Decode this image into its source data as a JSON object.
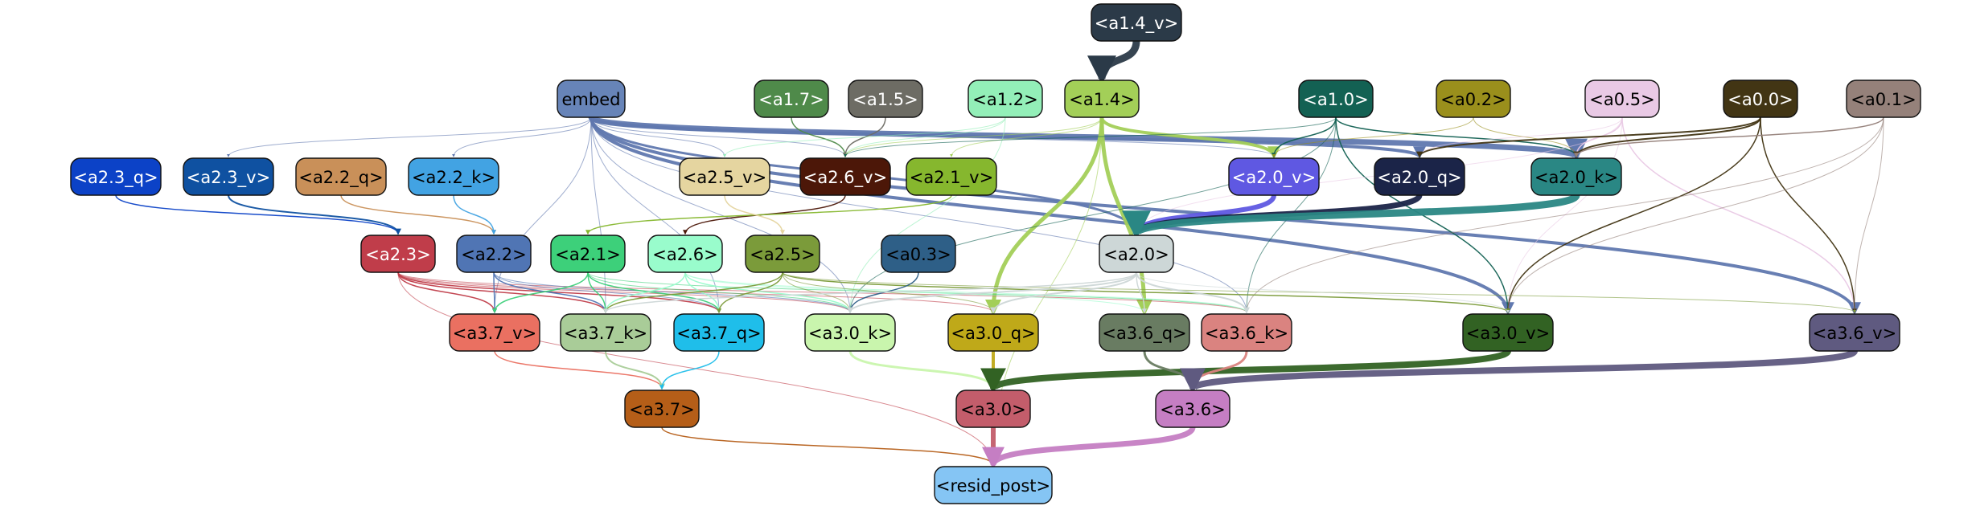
{
  "diagram": {
    "nodes": [
      {
        "id": "a1_4_v",
        "label": "<a1.4_v>",
        "fill": "#2b3a48",
        "text": "#ffffff"
      },
      {
        "id": "embed",
        "label": "embed",
        "fill": "#6784b8",
        "text": "#000000"
      },
      {
        "id": "a1_7",
        "label": "<a1.7>",
        "fill": "#4f8a4a",
        "text": "#ffffff"
      },
      {
        "id": "a1_5",
        "label": "<a1.5>",
        "fill": "#6d6c64",
        "text": "#ffffff"
      },
      {
        "id": "a1_2",
        "label": "<a1.2>",
        "fill": "#93efb8",
        "text": "#000000"
      },
      {
        "id": "a1_4",
        "label": "<a1.4>",
        "fill": "#a3cf58",
        "text": "#000000"
      },
      {
        "id": "a1_0",
        "label": "<a1.0>",
        "fill": "#136153",
        "text": "#ffffff"
      },
      {
        "id": "a0_2",
        "label": "<a0.2>",
        "fill": "#9a8f1c",
        "text": "#000000"
      },
      {
        "id": "a0_5",
        "label": "<a0.5>",
        "fill": "#e9c9e5",
        "text": "#000000"
      },
      {
        "id": "a0_0",
        "label": "<a0.0>",
        "fill": "#423514",
        "text": "#ffffff"
      },
      {
        "id": "a0_1",
        "label": "<a0.1>",
        "fill": "#95817a",
        "text": "#000000"
      },
      {
        "id": "a2_3_q",
        "label": "<a2.3_q>",
        "fill": "#0c42c7",
        "text": "#ffffff"
      },
      {
        "id": "a2_3_v",
        "label": "<a2.3_v>",
        "fill": "#0f51a1",
        "text": "#ffffff"
      },
      {
        "id": "a2_2_q",
        "label": "<a2.2_q>",
        "fill": "#c99059",
        "text": "#000000"
      },
      {
        "id": "a2_2_k",
        "label": "<a2.2_k>",
        "fill": "#42a3e3",
        "text": "#000000"
      },
      {
        "id": "a2_5_v",
        "label": "<a2.5_v>",
        "fill": "#e5d5a0",
        "text": "#000000"
      },
      {
        "id": "a2_6_v",
        "label": "<a2.6_v>",
        "fill": "#4c1708",
        "text": "#ffffff"
      },
      {
        "id": "a2_1_v",
        "label": "<a2.1_v>",
        "fill": "#86b72e",
        "text": "#000000"
      },
      {
        "id": "a2_0_v",
        "label": "<a2.0_v>",
        "fill": "#5f58e2",
        "text": "#ffffff"
      },
      {
        "id": "a2_0_q",
        "label": "<a2.0_q>",
        "fill": "#1b2448",
        "text": "#ffffff"
      },
      {
        "id": "a2_0_k",
        "label": "<a2.0_k>",
        "fill": "#2a8784",
        "text": "#000000"
      },
      {
        "id": "a2_3",
        "label": "<a2.3>",
        "fill": "#c03d4a",
        "text": "#ffffff"
      },
      {
        "id": "a2_2",
        "label": "<a2.2>",
        "fill": "#5075b4",
        "text": "#000000"
      },
      {
        "id": "a2_1",
        "label": "<a2.1>",
        "fill": "#3dd07a",
        "text": "#000000"
      },
      {
        "id": "a2_6",
        "label": "<a2.6>",
        "fill": "#99fccc",
        "text": "#000000"
      },
      {
        "id": "a2_5",
        "label": "<a2.5>",
        "fill": "#7b9b3a",
        "text": "#000000"
      },
      {
        "id": "a0_3",
        "label": "<a0.3>",
        "fill": "#2e5f87",
        "text": "#000000"
      },
      {
        "id": "a2_0",
        "label": "<a2.0>",
        "fill": "#cdd7d7",
        "text": "#000000"
      },
      {
        "id": "a3_7_v",
        "label": "<a3.7_v>",
        "fill": "#ea7061",
        "text": "#000000"
      },
      {
        "id": "a3_7_k",
        "label": "<a3.7_k>",
        "fill": "#a9cc98",
        "text": "#000000"
      },
      {
        "id": "a3_7_q",
        "label": "<a3.7_q>",
        "fill": "#1fbeea",
        "text": "#000000"
      },
      {
        "id": "a3_0_k",
        "label": "<a3.0_k>",
        "fill": "#c9f5ad",
        "text": "#000000"
      },
      {
        "id": "a3_0_q",
        "label": "<a3.0_q>",
        "fill": "#bfa919",
        "text": "#000000"
      },
      {
        "id": "a3_6_q",
        "label": "<a3.6_q>",
        "fill": "#697c62",
        "text": "#000000"
      },
      {
        "id": "a3_6_k",
        "label": "<a3.6_k>",
        "fill": "#da8380",
        "text": "#000000"
      },
      {
        "id": "a3_0_v",
        "label": "<a3.0_v>",
        "fill": "#326223",
        "text": "#000000"
      },
      {
        "id": "a3_6_v",
        "label": "<a3.6_v>",
        "fill": "#5f5a80",
        "text": "#000000"
      },
      {
        "id": "a3_7",
        "label": "<a3.7>",
        "fill": "#b55e18",
        "text": "#000000"
      },
      {
        "id": "a3_0",
        "label": "<a3.0>",
        "fill": "#c35d6b",
        "text": "#000000"
      },
      {
        "id": "a3_6",
        "label": "<a3.6>",
        "fill": "#c57ec3",
        "text": "#000000"
      },
      {
        "id": "resid_post",
        "label": "<resid_post>",
        "fill": "#85c5f4",
        "text": "#000000"
      }
    ],
    "edges": [
      {
        "from": "a1_4_v",
        "to": "a1_4",
        "color": "#2b3a48",
        "weight": 9
      },
      {
        "from": "embed",
        "to": "a2_0_k",
        "color": "#6078af",
        "weight": 7
      },
      {
        "from": "embed",
        "to": "a2_0_q",
        "color": "#6078af",
        "weight": 4
      },
      {
        "from": "embed",
        "to": "a3_0_v",
        "color": "#6078af",
        "weight": 4
      },
      {
        "from": "embed",
        "to": "a3_6_v",
        "color": "#6078af",
        "weight": 4
      },
      {
        "from": "embed",
        "to": "a2_0",
        "color": "#6078af",
        "weight": 3
      },
      {
        "from": "embed",
        "to": "a2_0_v",
        "color": "#6078af",
        "weight": 1
      },
      {
        "from": "embed",
        "to": "a2_3_v",
        "color": "#6078af",
        "weight": 1
      },
      {
        "from": "embed",
        "to": "a2_2_k",
        "color": "#6078af",
        "weight": 1
      },
      {
        "from": "embed",
        "to": "a2_5_v",
        "color": "#6078af",
        "weight": 1
      },
      {
        "from": "embed",
        "to": "a2_6_v",
        "color": "#6078af",
        "weight": 1
      },
      {
        "from": "embed",
        "to": "a3_7_v",
        "color": "#6078af",
        "weight": 1
      },
      {
        "from": "embed",
        "to": "a3_7_k",
        "color": "#6078af",
        "weight": 1
      },
      {
        "from": "embed",
        "to": "a3_0_k",
        "color": "#6078af",
        "weight": 1
      },
      {
        "from": "embed",
        "to": "a3_6_k",
        "color": "#6078af",
        "weight": 1
      },
      {
        "from": "embed",
        "to": "a3_7_q",
        "color": "#6078af",
        "weight": 1
      },
      {
        "from": "a1_7",
        "to": "a2_6_v",
        "color": "#4f8a4a",
        "weight": 1.5
      },
      {
        "from": "a1_5",
        "to": "a2_6_v",
        "color": "#6d6c64",
        "weight": 1.5
      },
      {
        "from": "a1_2",
        "to": "a2_5_v",
        "color": "#93efb8",
        "weight": 1
      },
      {
        "from": "a1_2",
        "to": "a2_6_v",
        "color": "#93efb8",
        "weight": 1
      },
      {
        "from": "a1_2",
        "to": "a3_0_k",
        "color": "#93efb8",
        "weight": 1
      },
      {
        "from": "a1_4",
        "to": "a3_0_q",
        "color": "#a3cf58",
        "weight": 5
      },
      {
        "from": "a1_4",
        "to": "a3_6_q",
        "color": "#a3cf58",
        "weight": 5
      },
      {
        "from": "a1_4",
        "to": "a2_0_v",
        "color": "#a3cf58",
        "weight": 4
      },
      {
        "from": "a1_4",
        "to": "a2_6_v",
        "color": "#a3cf58",
        "weight": 1
      },
      {
        "from": "a1_4",
        "to": "a2_1_v",
        "color": "#a3cf58",
        "weight": 1
      },
      {
        "from": "a1_4",
        "to": "resid_post",
        "color": "#a3cf58",
        "weight": 1
      },
      {
        "from": "a1_0",
        "to": "a2_0_v",
        "color": "#136153",
        "weight": 1.5
      },
      {
        "from": "a1_0",
        "to": "a2_0_k",
        "color": "#136153",
        "weight": 1.5
      },
      {
        "from": "a1_0",
        "to": "a3_0_v",
        "color": "#136153",
        "weight": 1.5
      },
      {
        "from": "a1_0",
        "to": "a2_6_v",
        "color": "#136153",
        "weight": 1
      },
      {
        "from": "a1_0",
        "to": "a3_0_k",
        "color": "#136153",
        "weight": 1
      },
      {
        "from": "a1_0",
        "to": "a3_6_k",
        "color": "#136153",
        "weight": 1
      },
      {
        "from": "a0_2",
        "to": "a2_0_k",
        "color": "#9a8f1c",
        "weight": 1
      },
      {
        "from": "a0_2",
        "to": "a2_0_v",
        "color": "#9a8f1c",
        "weight": 1
      },
      {
        "from": "a0_5",
        "to": "a2_0_k",
        "color": "#e9c9e5",
        "weight": 1.5
      },
      {
        "from": "a0_5",
        "to": "a3_6_v",
        "color": "#e9c9e5",
        "weight": 1.5
      },
      {
        "from": "a0_5",
        "to": "a2_0_q",
        "color": "#e9c9e5",
        "weight": 1
      },
      {
        "from": "a0_5",
        "to": "a3_0_v",
        "color": "#e9c9e5",
        "weight": 1
      },
      {
        "from": "a0_5",
        "to": "a2_0",
        "color": "#e9c9e5",
        "weight": 1
      },
      {
        "from": "a0_0",
        "to": "a2_0_q",
        "color": "#423514",
        "weight": 2
      },
      {
        "from": "a0_0",
        "to": "a2_0_k",
        "color": "#423514",
        "weight": 2
      },
      {
        "from": "a0_0",
        "to": "a3_0_v",
        "color": "#423514",
        "weight": 1.5
      },
      {
        "from": "a0_0",
        "to": "a3_6_v",
        "color": "#423514",
        "weight": 1.5
      },
      {
        "from": "a0_1",
        "to": "a2_0_k",
        "color": "#95817a",
        "weight": 1.5
      },
      {
        "from": "a0_1",
        "to": "a3_6_v",
        "color": "#95817a",
        "weight": 1
      },
      {
        "from": "a0_1",
        "to": "a3_6_k",
        "color": "#95817a",
        "weight": 1
      },
      {
        "from": "a0_1",
        "to": "a3_0_v",
        "color": "#95817a",
        "weight": 1
      },
      {
        "from": "a2_3_q",
        "to": "a2_3",
        "color": "#0c42c7",
        "weight": 1.5
      },
      {
        "from": "a2_3_v",
        "to": "a2_3",
        "color": "#0f51a1",
        "weight": 2
      },
      {
        "from": "a2_2_q",
        "to": "a2_2",
        "color": "#c99059",
        "weight": 1.5
      },
      {
        "from": "a2_2_k",
        "to": "a2_2",
        "color": "#42a3e3",
        "weight": 1.5
      },
      {
        "from": "a2_6_v",
        "to": "a2_6",
        "color": "#4c1708",
        "weight": 1.5
      },
      {
        "from": "a2_1_v",
        "to": "a2_1",
        "color": "#86b72e",
        "weight": 1.5
      },
      {
        "from": "a2_5_v",
        "to": "a2_5",
        "color": "#e5d5a0",
        "weight": 1.5
      },
      {
        "from": "a2_0_v",
        "to": "a2_0",
        "color": "#5f58e2",
        "weight": 6
      },
      {
        "from": "a2_0_q",
        "to": "a2_0",
        "color": "#1b2448",
        "weight": 7
      },
      {
        "from": "a2_0_k",
        "to": "a2_0",
        "color": "#2a8784",
        "weight": 9
      },
      {
        "from": "a2_3",
        "to": "a3_7_v",
        "color": "#c03d4a",
        "weight": 1.5
      },
      {
        "from": "a2_3",
        "to": "a3_7_k",
        "color": "#c03d4a",
        "weight": 1.5
      },
      {
        "from": "a2_3",
        "to": "a3_7_q",
        "color": "#c03d4a",
        "weight": 1.5
      },
      {
        "from": "a2_3",
        "to": "a3_0_k",
        "color": "#c03d4a",
        "weight": 1
      },
      {
        "from": "a2_3",
        "to": "a3_0_q",
        "color": "#c03d4a",
        "weight": 1
      },
      {
        "from": "a2_3",
        "to": "a3_6_k",
        "color": "#c03d4a",
        "weight": 1
      },
      {
        "from": "a2_3",
        "to": "resid_post",
        "color": "#c03d4a",
        "weight": 1
      },
      {
        "from": "a2_2",
        "to": "a3_7_v",
        "color": "#5075b4",
        "weight": 1.5
      },
      {
        "from": "a2_2",
        "to": "a3_7_k",
        "color": "#5075b4",
        "weight": 1.5
      },
      {
        "from": "a2_2",
        "to": "a3_7_q",
        "color": "#5075b4",
        "weight": 1
      },
      {
        "from": "a2_2",
        "to": "a3_0_k",
        "color": "#5075b4",
        "weight": 1
      },
      {
        "from": "a2_1",
        "to": "a3_7_v",
        "color": "#3dd07a",
        "weight": 1.5
      },
      {
        "from": "a2_1",
        "to": "a3_7_k",
        "color": "#3dd07a",
        "weight": 1.5
      },
      {
        "from": "a2_1",
        "to": "a3_7_q",
        "color": "#3dd07a",
        "weight": 1.5
      },
      {
        "from": "a2_1",
        "to": "a3_0_k",
        "color": "#3dd07a",
        "weight": 1
      },
      {
        "from": "a2_1",
        "to": "a3_6_k",
        "color": "#3dd07a",
        "weight": 1
      },
      {
        "from": "a2_6",
        "to": "a3_7_k",
        "color": "#99fccc",
        "weight": 1.5
      },
      {
        "from": "a2_6",
        "to": "a3_7_q",
        "color": "#99fccc",
        "weight": 1.5
      },
      {
        "from": "a2_6",
        "to": "a3_0_k",
        "color": "#99fccc",
        "weight": 1.5
      },
      {
        "from": "a2_6",
        "to": "a3_6_q",
        "color": "#99fccc",
        "weight": 1
      },
      {
        "from": "a2_6",
        "to": "a3_6_k",
        "color": "#99fccc",
        "weight": 1
      },
      {
        "from": "a2_5",
        "to": "a3_7_k",
        "color": "#7b9b3a",
        "weight": 1.5
      },
      {
        "from": "a2_5",
        "to": "a3_7_q",
        "color": "#7b9b3a",
        "weight": 1.5
      },
      {
        "from": "a2_5",
        "to": "a3_0_k",
        "color": "#7b9b3a",
        "weight": 1
      },
      {
        "from": "a2_5",
        "to": "a3_0_v",
        "color": "#7b9b3a",
        "weight": 1.5
      },
      {
        "from": "a2_5",
        "to": "a3_6_v",
        "color": "#7b9b3a",
        "weight": 1
      },
      {
        "from": "a2_5",
        "to": "a3_0_q",
        "color": "#7b9b3a",
        "weight": 1
      },
      {
        "from": "a0_3",
        "to": "a3_0_k",
        "color": "#2e5f87",
        "weight": 1.5
      },
      {
        "from": "a2_0",
        "to": "a3_0_k",
        "color": "#cdd7d7",
        "weight": 2
      },
      {
        "from": "a2_0",
        "to": "a3_6_k",
        "color": "#cdd7d7",
        "weight": 2
      },
      {
        "from": "a2_0",
        "to": "a3_0_q",
        "color": "#cdd7d7",
        "weight": 2
      },
      {
        "from": "a2_0",
        "to": "a3_6_q",
        "color": "#cdd7d7",
        "weight": 1.5
      },
      {
        "from": "a2_0",
        "to": "a3_7_k",
        "color": "#cdd7d7",
        "weight": 1.5
      },
      {
        "from": "a2_0",
        "to": "a3_0_v",
        "color": "#cdd7d7",
        "weight": 1
      },
      {
        "from": "a3_7_v",
        "to": "a3_7",
        "color": "#ea7061",
        "weight": 1.5
      },
      {
        "from": "a3_7_k",
        "to": "a3_7",
        "color": "#a9cc98",
        "weight": 2
      },
      {
        "from": "a3_7_q",
        "to": "a3_7",
        "color": "#1fbeea",
        "weight": 1.5
      },
      {
        "from": "a3_0_k",
        "to": "a3_0",
        "color": "#c9f5ad",
        "weight": 3
      },
      {
        "from": "a3_0_q",
        "to": "a3_0",
        "color": "#bfa919",
        "weight": 4
      },
      {
        "from": "a3_0_v",
        "to": "a3_0",
        "color": "#326223",
        "weight": 8
      },
      {
        "from": "a3_6_q",
        "to": "a3_6",
        "color": "#697c62",
        "weight": 3
      },
      {
        "from": "a3_6_k",
        "to": "a3_6",
        "color": "#da8380",
        "weight": 3
      },
      {
        "from": "a3_6_v",
        "to": "a3_6",
        "color": "#5f5a80",
        "weight": 8
      },
      {
        "from": "a3_7",
        "to": "resid_post",
        "color": "#b55e18",
        "weight": 1.5
      },
      {
        "from": "a3_0",
        "to": "resid_post",
        "color": "#c35d6b",
        "weight": 6
      },
      {
        "from": "a3_6",
        "to": "resid_post",
        "color": "#c57ec3",
        "weight": 7
      }
    ]
  }
}
